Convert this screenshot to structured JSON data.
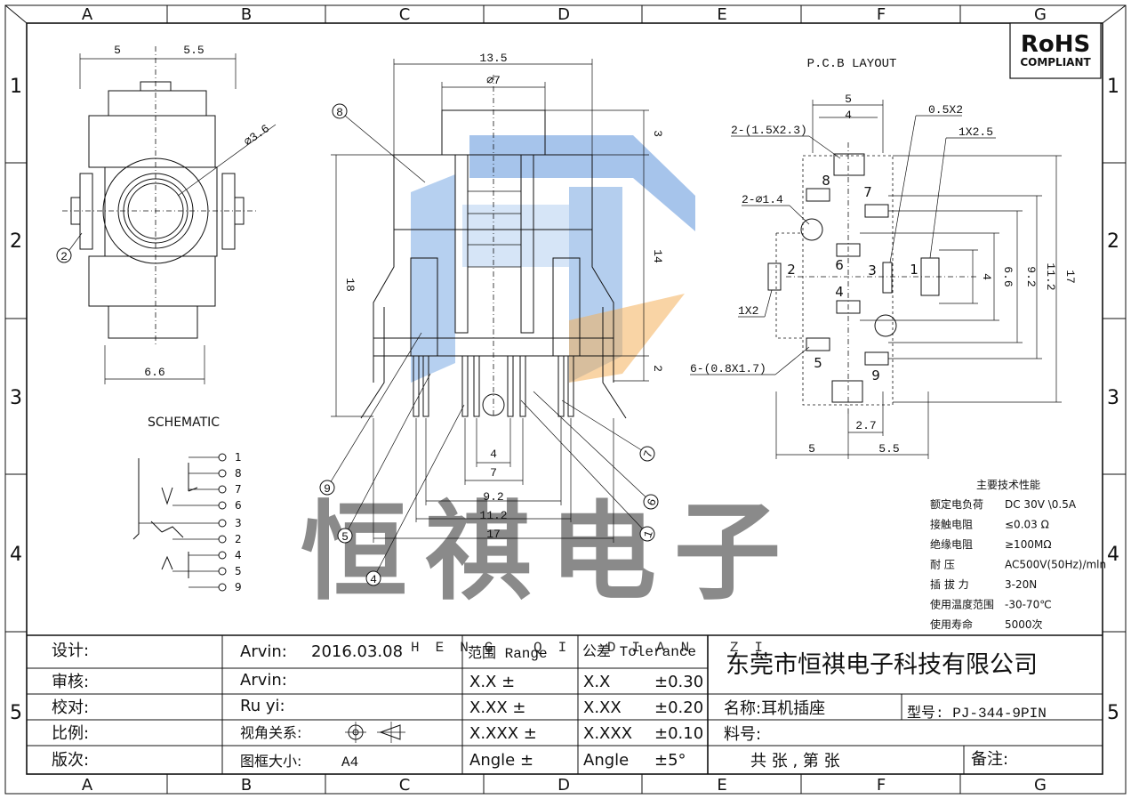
{
  "grid": {
    "columns": [
      "A",
      "B",
      "C",
      "D",
      "E",
      "F",
      "G"
    ],
    "rows": [
      "1",
      "2",
      "3",
      "4",
      "5"
    ]
  },
  "logo": {
    "line1": "RoHS",
    "line2": "COMPLIANT",
    "color": "#1f8a2e"
  },
  "watermark": {
    "text": "恒祺电子",
    "subtext": "HENG QI DIAN ZI",
    "color_blue": "#3a78c9",
    "color_orange": "#f0a040"
  },
  "views": {
    "front": {
      "dims": {
        "w_left": "5",
        "w_right": "5.5",
        "dia": "⌀3.6",
        "bottom": "6.6"
      },
      "callout": "2"
    },
    "side": {
      "dims": {
        "top_w": "13.5",
        "top_d": "⌀7",
        "h_top": "3",
        "h_mid": "14",
        "h_total": "18",
        "h_pin": "2",
        "b1": "4",
        "b2": "7",
        "b3": "9.2",
        "b4": "11.2",
        "b5": "17"
      },
      "callouts": [
        "8",
        "9",
        "5",
        "4",
        "1",
        "6",
        "7"
      ]
    },
    "pcb": {
      "title": "P.C.B LAYOUT",
      "dims": {
        "w5": "5",
        "w4": "4",
        "pad": "0.5X2",
        "pad2": "1X2.5",
        "hole_big": "2-(1.5X2.3)",
        "hole_round": "2-⌀1.4",
        "pin2": "1X2",
        "pins6": "6-(0.8X1.7)",
        "v4": "4",
        "v66": "6.6",
        "v92": "9.2",
        "v112": "11.2",
        "v17": "17",
        "b27": "2.7",
        "b5": "5",
        "b55": "5.5"
      },
      "pins": [
        "8",
        "7",
        "6",
        "3",
        "1",
        "2",
        "4",
        "5",
        "9"
      ]
    },
    "schematic": {
      "title": "SCHEMATIC",
      "pins": [
        "1",
        "8",
        "7",
        "6",
        "3",
        "2",
        "4",
        "5",
        "9"
      ]
    }
  },
  "specs": {
    "title": "主要技术性能",
    "rows": [
      {
        "label": "额定电负荷",
        "value": "DC 30V \\0.5A"
      },
      {
        "label": "接触电阻",
        "value": "≤0.03  Ω"
      },
      {
        "label": "绝缘电阻",
        "value": "≥100MΩ"
      },
      {
        "label": "耐      压",
        "value": "AC500V(50Hz)/mln"
      },
      {
        "label": "插 拔 力",
        "value": "3-20N"
      },
      {
        "label": "使用温度范围",
        "value": "-30-70℃"
      },
      {
        "label": "使用寿命",
        "value": "5000次"
      }
    ]
  },
  "title_block": {
    "labels": [
      "设计:",
      "审核:",
      "校对:",
      "比例:",
      "版次:"
    ],
    "design_name": "Arvin:",
    "design_date": "2016.03.08",
    "review": "Arvin:",
    "check": "Ru  yi:",
    "view_relation": "视角关系:",
    "frame_size": "图框大小:",
    "frame_value": "A4",
    "range_header": "范围 Range",
    "tol_header": "公差 Tolerance",
    "ranges": [
      "X.X   ±",
      "X.XX   ±",
      "X.XXX  ±",
      "Angle  ±"
    ],
    "tol_labels": [
      "X.X",
      "X.XX",
      "X.XXX",
      "Angle"
    ],
    "tol_values": [
      "±0.30",
      "±0.20",
      "±0.10",
      "±5°"
    ],
    "company": "东莞市恒祺电子科技有限公司",
    "name": "名称:耳机插座",
    "model": "型号: PJ-344-9PIN",
    "material": "料号:",
    "sheets": "共   张 , 第   张",
    "remarks": "备注:"
  }
}
